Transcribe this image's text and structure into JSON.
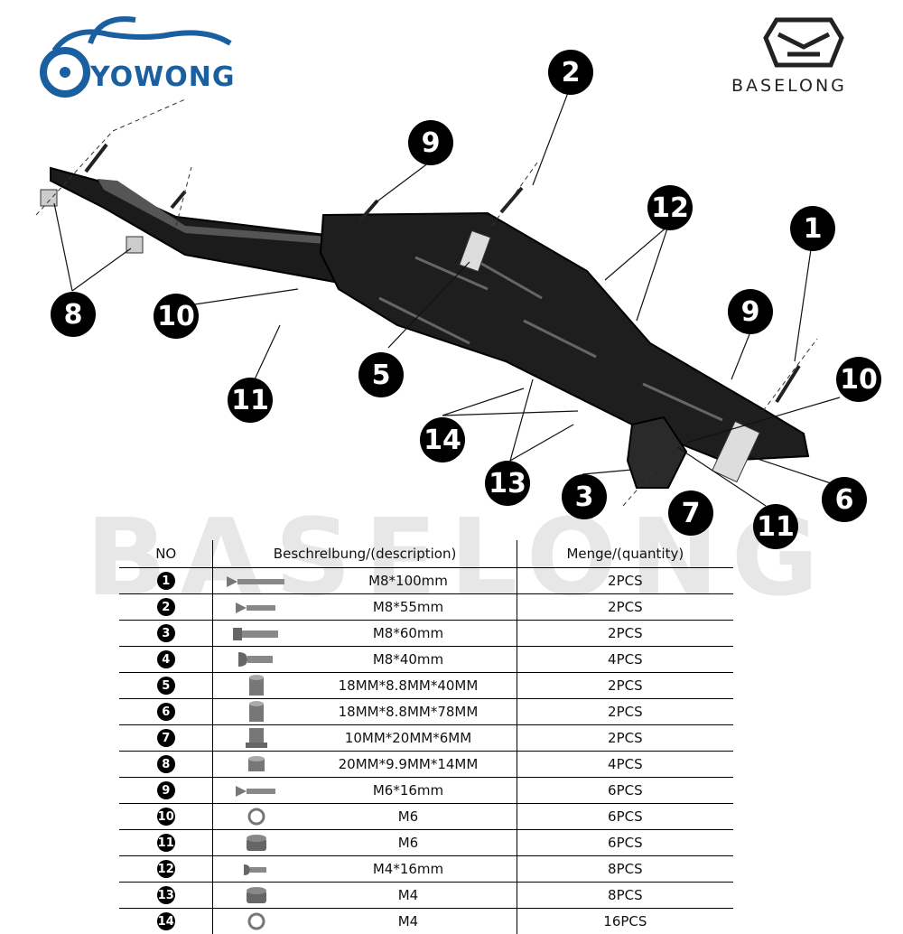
{
  "brands": {
    "left_logo": "YOWONG",
    "right_logo": "BASELONG",
    "watermark": "BASELONG"
  },
  "callouts": [
    "2",
    "9",
    "12",
    "1",
    "9",
    "10",
    "8",
    "10",
    "5",
    "11",
    "14",
    "13",
    "3",
    "7",
    "11",
    "6"
  ],
  "table": {
    "headers": {
      "no": "NO",
      "description": "Beschrelbung/(description)",
      "quantity": "Menge/(quantity)"
    },
    "rows": [
      {
        "no": "1",
        "icon": "bolt-countersunk-long-icon",
        "desc": "M8*100mm",
        "qty": "2PCS"
      },
      {
        "no": "2",
        "icon": "bolt-countersunk-icon",
        "desc": "M8*55mm",
        "qty": "2PCS"
      },
      {
        "no": "3",
        "icon": "bolt-hex-socket-icon",
        "desc": "M8*60mm",
        "qty": "2PCS"
      },
      {
        "no": "4",
        "icon": "bolt-button-head-icon",
        "desc": "M8*40mm",
        "qty": "4PCS"
      },
      {
        "no": "5",
        "icon": "spacer-tube-icon",
        "desc": "18MM*8.8MM*40MM",
        "qty": "2PCS"
      },
      {
        "no": "6",
        "icon": "spacer-tube-icon",
        "desc": "18MM*8.8MM*78MM",
        "qty": "2PCS"
      },
      {
        "no": "7",
        "icon": "flanged-bushing-icon",
        "desc": "10MM*20MM*6MM",
        "qty": "2PCS"
      },
      {
        "no": "8",
        "icon": "spacer-short-icon",
        "desc": "20MM*9.9MM*14MM",
        "qty": "4PCS"
      },
      {
        "no": "9",
        "icon": "bolt-countersunk-icon",
        "desc": "M6*16mm",
        "qty": "6PCS"
      },
      {
        "no": "10",
        "icon": "washer-icon",
        "desc": "M6",
        "qty": "6PCS"
      },
      {
        "no": "11",
        "icon": "nut-icon",
        "desc": "M6",
        "qty": "6PCS"
      },
      {
        "no": "12",
        "icon": "bolt-button-small-icon",
        "desc": "M4*16mm",
        "qty": "8PCS"
      },
      {
        "no": "13",
        "icon": "nut-icon",
        "desc": "M4",
        "qty": "8PCS"
      },
      {
        "no": "14",
        "icon": "washer-icon",
        "desc": "M4",
        "qty": "16PCS"
      }
    ]
  }
}
